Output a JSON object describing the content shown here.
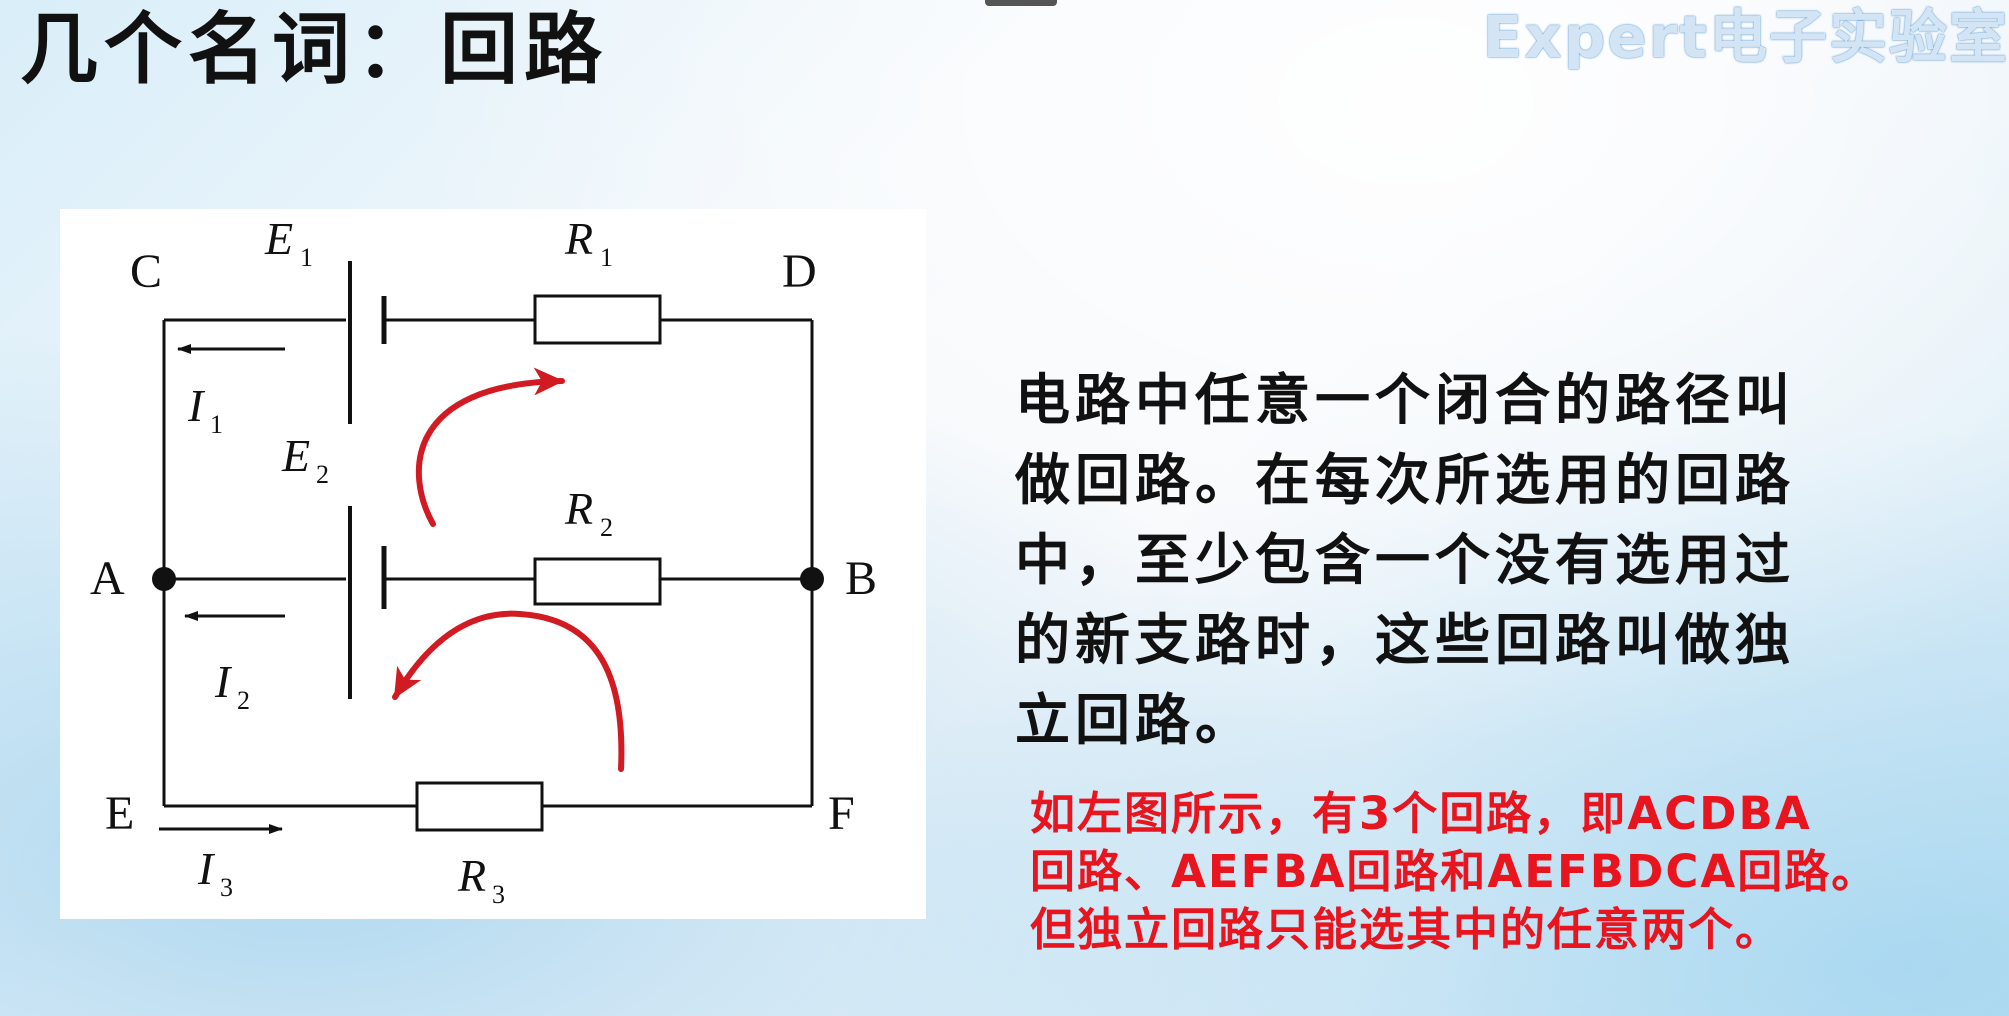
{
  "title": "几个名词：回路",
  "watermark": "Expert电子实验室",
  "diagram": {
    "nodes": [
      "A",
      "B",
      "C",
      "D",
      "E",
      "F"
    ],
    "sources": [
      {
        "sym": "E",
        "sub": "1"
      },
      {
        "sym": "E",
        "sub": "2"
      }
    ],
    "resistors": [
      {
        "sym": "R",
        "sub": "1"
      },
      {
        "sym": "R",
        "sub": "2"
      },
      {
        "sym": "R",
        "sub": "3"
      }
    ],
    "currents": [
      {
        "sym": "I",
        "sub": "1"
      },
      {
        "sym": "I",
        "sub": "2"
      },
      {
        "sym": "I",
        "sub": "3"
      }
    ],
    "colors": {
      "wire": "#111111",
      "loop_arrow": "#d11a21"
    }
  },
  "description": "电路中任意一个闭合的路径叫做回路。在每次所选用的回路中，至少包含一个没有选用过的新支路时，这些回路叫做独立回路。",
  "description_lines": [
    "电路中任意一个闭合的路径叫",
    "做回路。在每次所选用的回路",
    "中，至少包含一个没有选用过",
    "的新支路时，这些回路叫做独",
    "立回路。"
  ],
  "example_lines": [
    "如左图所示，有3个回路，即ACDBA",
    "回路、AEFBA回路和AEFBDCA回路。",
    "但独立回路只能选其中的任意两个。"
  ],
  "colors": {
    "title": "#111111",
    "example_text": "#e8141e"
  }
}
